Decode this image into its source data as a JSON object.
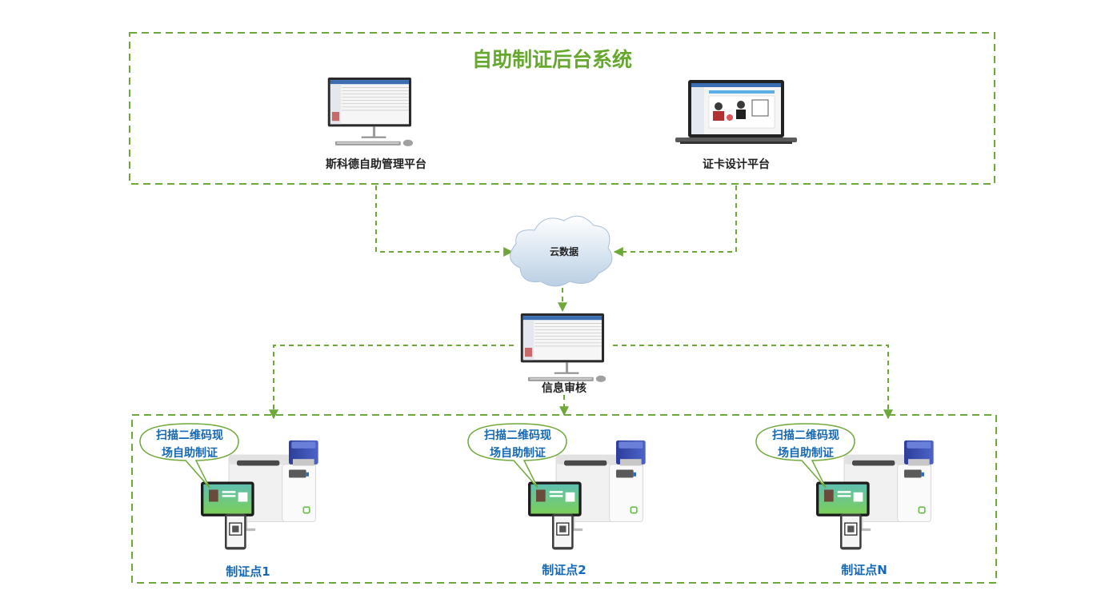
{
  "title": "自助制证后台系统",
  "backend": {
    "management_platform": "斯科德自助管理平台",
    "card_design_platform": "证卡设计平台"
  },
  "cloud_label": "云数据",
  "review_label": "信息审核",
  "bubble": {
    "line1": "扫描二维码现",
    "line2": "场自助制证"
  },
  "stations": [
    {
      "label": "制证点1"
    },
    {
      "label": "制证点2"
    },
    {
      "label": "制证点N"
    }
  ],
  "colors": {
    "frame_green": "#6fa83a",
    "title_green": "#66a82e",
    "label_blue": "#1569b4"
  }
}
